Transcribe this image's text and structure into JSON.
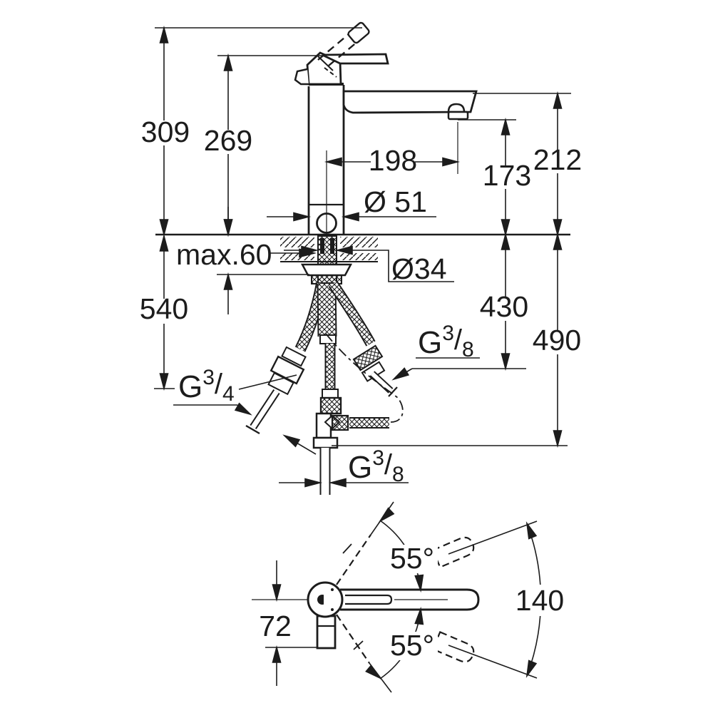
{
  "meta": {
    "type": "technical-dimension-drawing",
    "subject": "single-lever kitchen faucet installation drawing"
  },
  "colors": {
    "line": "#1c1c1c",
    "background": "#ffffff"
  },
  "side_view": {
    "dims": {
      "total_height": "309",
      "body_height": "269",
      "spout_reach": "198",
      "aerator_height": "173",
      "spout_top_height": "212",
      "base_diameter": "Ø 51",
      "deck_thickness": "max.60",
      "hole_diameter": "Ø34",
      "supply_drop_430": "430",
      "supply_drop_490": "490",
      "hose_drop_540": "540"
    },
    "threads": {
      "dishwasher": {
        "g": "G",
        "numerator": "3",
        "slash": "/",
        "denominator": "4"
      },
      "supply_side": {
        "g": "G",
        "numerator": "3",
        "slash": "/",
        "denominator": "8"
      },
      "supply_bottom": {
        "g": "G",
        "numerator": "3",
        "slash": "/",
        "denominator": "8"
      }
    }
  },
  "top_view": {
    "dims": {
      "swivel_upper": "55°",
      "swivel_lower": "55°",
      "swivel_range": "140",
      "body_offset": "72"
    }
  }
}
